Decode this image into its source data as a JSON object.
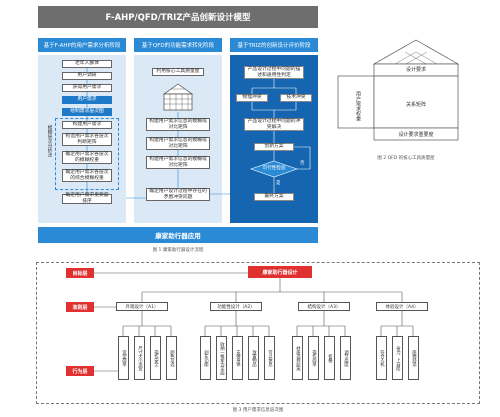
{
  "figure1": {
    "title": "F-AHP/QFD/TRIZ产品创新设计模型",
    "columns": [
      {
        "header": "基于F-AHP的用户需求分析阶段",
        "steps": [
          "老年人群体",
          "用户调研",
          "获得用户需求",
          "用户需求",
          "绘制需求层次图",
          "构建用户需求",
          "构造用户需求各层次判断矩阵",
          "确定用户需求各层次的模糊权重",
          "确定用户需求各层次的综合模糊权重",
          "确定用户需求重要度排序"
        ],
        "side_label": "模糊层次分析法"
      },
      {
        "header": "基于QFD的功能需求转化阶段",
        "steps": [
          "利用核心工具质量屋",
          "构建用户需求信息的模糊或对比矩阵",
          "构建用户需求信息的模糊或对比矩阵",
          "构建用户需求信息的模糊或对比矩阵",
          "确定用户设计过程中存在的矛盾冲突问题"
        ]
      },
      {
        "header": "基于TRIZ的创新设计评价阶段",
        "steps": [
          "产品设计过程中问题的描述和通用性判定",
          "物理冲突",
          "技术冲突",
          "产品设计过程中问题的冲突解决",
          "创新方案",
          "可行性检验",
          "最终方案"
        ],
        "decision": [
          "否",
          "是"
        ]
      }
    ],
    "bottom": "康家助行器应用",
    "caption": "图 1 康家助行器设计流程"
  },
  "figure2": {
    "labels": [
      "设计要求",
      "用户需求权重",
      "关系矩阵",
      "设计要求重要度"
    ],
    "caption": "图 2 QFD 的核心工具质量屋"
  },
  "figure3": {
    "layers": [
      "目标层",
      "准则层",
      "行为层"
    ],
    "goal": "康家助行器设计",
    "criteria": [
      "外观设计（A1）",
      "功能性设计（A2）",
      "结构设计（A3）",
      "体验设计（A4）"
    ],
    "actions": [
      [
        "造型简单",
        "尺寸大小适宜",
        "操作安全",
        "颜色可选"
      ],
      [
        "刹车功能",
        "收纳一推车为平面",
        "支撑身体",
        "放置物品",
        "可以休息"
      ],
      [
        "材质选择耐用",
        "操作简单",
        "折叠",
        "调节高度"
      ],
      [
        "符合人机",
        "省力、上台阶",
        "座椅舒适"
      ]
    ],
    "caption": "图 3 用户需求信息层次图"
  },
  "colors": {
    "title_bg": "#6e6e6e",
    "blue_dark": "#1565b0",
    "blue_mid": "#1e7ac8",
    "blue_light": "#dbe9f7",
    "red": "#e03030"
  }
}
